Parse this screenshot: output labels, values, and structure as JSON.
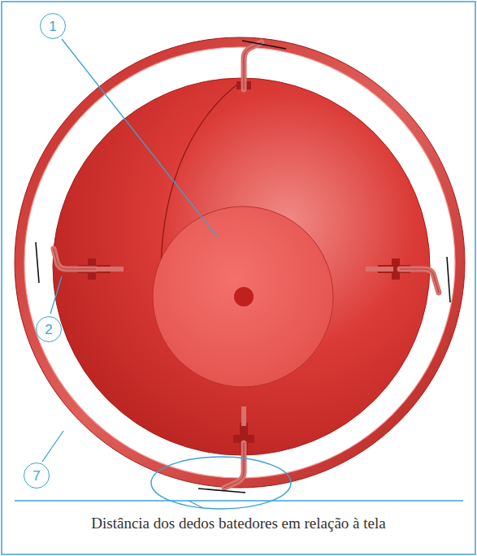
{
  "diagram": {
    "caption": "Distância dos dedos batedores em relação à tela",
    "nodes": [
      {
        "text": [
          "1"
        ]
      },
      {
        "text": [
          "2"
        ]
      },
      {
        "text": [
          "7"
        ]
      }
    ]
  }
}
